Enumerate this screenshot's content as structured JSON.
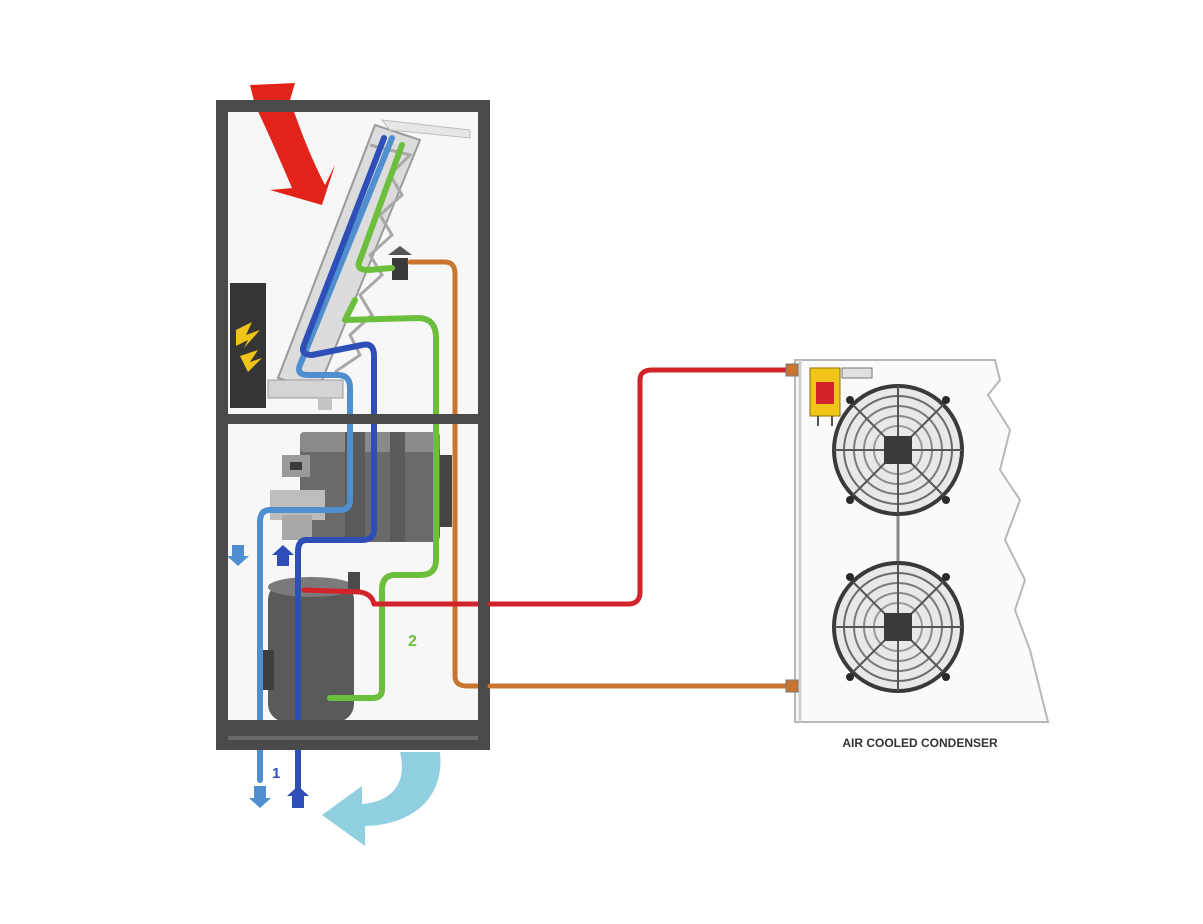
{
  "labels": {
    "circuit_1": "1",
    "circuit_2": "2",
    "condenser_caption": "AIR COOLED CONDENSER"
  },
  "colors": {
    "background": "#ffffff",
    "cabinet_frame": "#4a4a4a",
    "hot_gas_line": "#d2232a",
    "liquid_line": "#c8752f",
    "suction_line": "#2f4fb8",
    "water_line": "#4f8fd0",
    "evaporator_line": "#6cbf3c",
    "cold_air_arrow": "#8fcfe0",
    "warm_air_arrow": "#e2231a",
    "control_box": "#f0c419",
    "isolator_switch": "#d2232a"
  }
}
